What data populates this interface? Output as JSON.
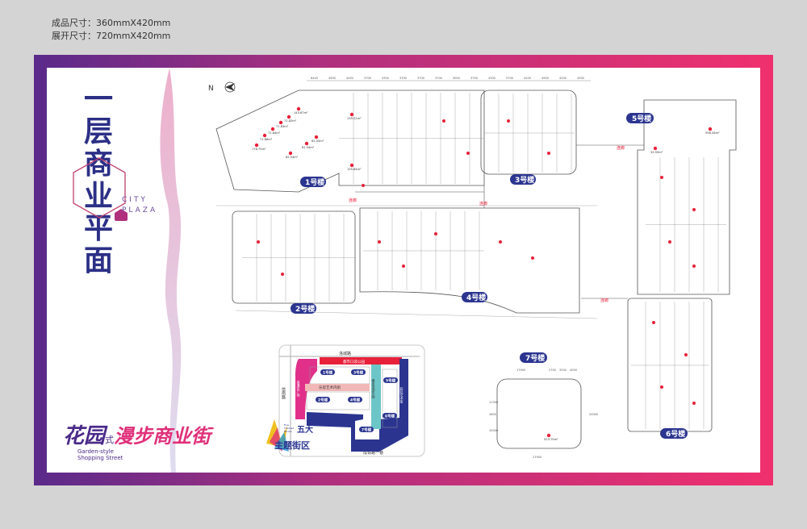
{
  "spec": {
    "finished_size": "成品尺寸：360mmX420mm",
    "unfolded_size": "展开尺寸：720mmX420mm"
  },
  "title": {
    "text": "一层商业平面",
    "chars": [
      "一",
      "层",
      "商",
      "业",
      "平",
      "面"
    ],
    "sub1": "CITY",
    "sub2": "PLAZA"
  },
  "slogan": {
    "part1": "花园",
    "part2": "式",
    "part3": "漫步商业街",
    "en1": "Garden-style",
    "en2": "Shopping Street"
  },
  "compass": {
    "label": "N"
  },
  "buildings": {
    "b1": "1号楼",
    "b2": "2号楼",
    "b3": "3号楼",
    "b4": "4号楼",
    "b5": "5号楼",
    "b6": "6号楼",
    "b7": "7号楼"
  },
  "corridor": {
    "label1": "连廊",
    "label2": "连廊",
    "label3": "连廊",
    "label4": "连廊"
  },
  "units": [
    "143.67m²",
    "71.82m²",
    "71.83m²",
    "71.84m²",
    "71.88m²",
    "176.75m²",
    "82.54m²",
    "81.54m²",
    "82.55m²",
    "139.22m²",
    "135.64m²",
    "598.26m²",
    "33.55m²",
    "523.75m²"
  ],
  "dims_top": [
    "6445",
    "4900",
    "4450",
    "3700",
    "4300",
    "3700",
    "3700",
    "3700",
    "3000",
    "3700",
    "4300",
    "5700",
    "4200",
    "4900",
    "4200",
    "4300"
  ],
  "dims_b7": [
    "17900",
    "2700",
    "3200",
    "4000",
    "11300",
    "2600",
    "10000",
    "20000",
    "27900"
  ],
  "minimap": {
    "road_top": "洛城路",
    "road_left": "信南路",
    "road_bottom": "成铁路一巷",
    "park": "都市口袋公园",
    "plaza": "浪漫花广场",
    "inner_street": "乐思艺术内街",
    "playground": "橡皮泥游乐园",
    "rainbow_street": "彩虹艺术街",
    "b1": "1号楼",
    "b2": "2号楼",
    "b3": "3号楼",
    "b4": "4号楼",
    "b5": "5号楼",
    "b6": "6号楼",
    "b7": "7号楼"
  },
  "badge": {
    "en1": "Five",
    "en2": "Themed",
    "en3": "Blocks",
    "cn1": "五大",
    "cn2": "主题街区"
  },
  "colors": {
    "navy": "#2b3590",
    "pink": "#e0307a",
    "red": "#e8203a",
    "teal": "#6cc6c8",
    "lightpink": "#f2b8b8"
  }
}
